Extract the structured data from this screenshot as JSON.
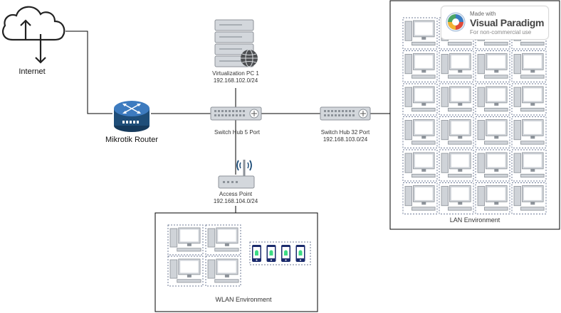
{
  "nodes": {
    "internet": {
      "label": "Internet"
    },
    "router": {
      "label": "Mikrotik Router"
    },
    "server": {
      "name": "Virtualization PC 1",
      "ip": "192.168.102.0/24"
    },
    "switch5": {
      "label": "Switch Hub 5 Port"
    },
    "switch32": {
      "name": "Switch Hub 32 Port",
      "ip": "192.168.103.0/24"
    },
    "access_point": {
      "name": "Access Point",
      "ip": "192.168.104.0/24"
    }
  },
  "groups": {
    "lan": {
      "label": "LAN Environment",
      "pc_rows": 6,
      "pc_cols": 4
    },
    "wlan": {
      "label": "WLAN Environment",
      "pc_count": 4,
      "phone_count": 4
    }
  },
  "watermark": {
    "line1": "Made with",
    "line2": "Visual Paradigm",
    "line3": "For non-commercial use"
  },
  "colors": {
    "line": "#000000",
    "device_gray": "#cfd3d8",
    "device_dark": "#8c9299",
    "router_blue": "#1f4e79",
    "phone_navy": "#1a2a6c",
    "screen_fill": "#ffffff",
    "dashed_border": "#6c7a96"
  }
}
